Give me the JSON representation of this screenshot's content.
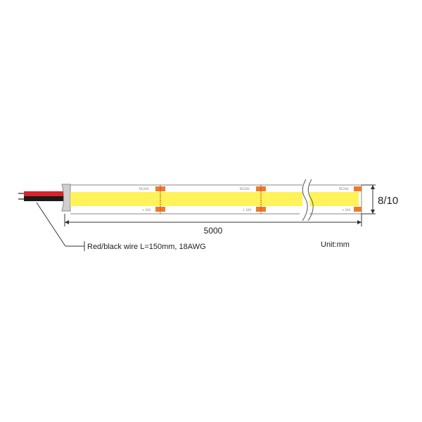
{
  "diagram": {
    "length_label": "5000",
    "height_label": "8/10",
    "wire_label": "Red/black wire L=150mm, 18AWG",
    "unit_label": "Unit:mm",
    "segment_marks": [
      {
        "top_text": "DC24V",
        "bottom_text": "+ 24V"
      },
      {
        "top_text": "DC24V",
        "bottom_text": "+ 24V"
      },
      {
        "top_text": "DC24V",
        "bottom_text": "+ 24V"
      }
    ],
    "colors": {
      "led_strip": "#fff25a",
      "cut_pads": "#f07a2a",
      "red_wire": "#d8232a",
      "black_wire": "#1a1a1a",
      "connector": "#cfcfcf",
      "outline": "#8a8a8a",
      "text": "#222222"
    },
    "icons": [
      "cut-mark-icon",
      "break-mark-icon",
      "dimension-arrow-icon"
    ]
  }
}
